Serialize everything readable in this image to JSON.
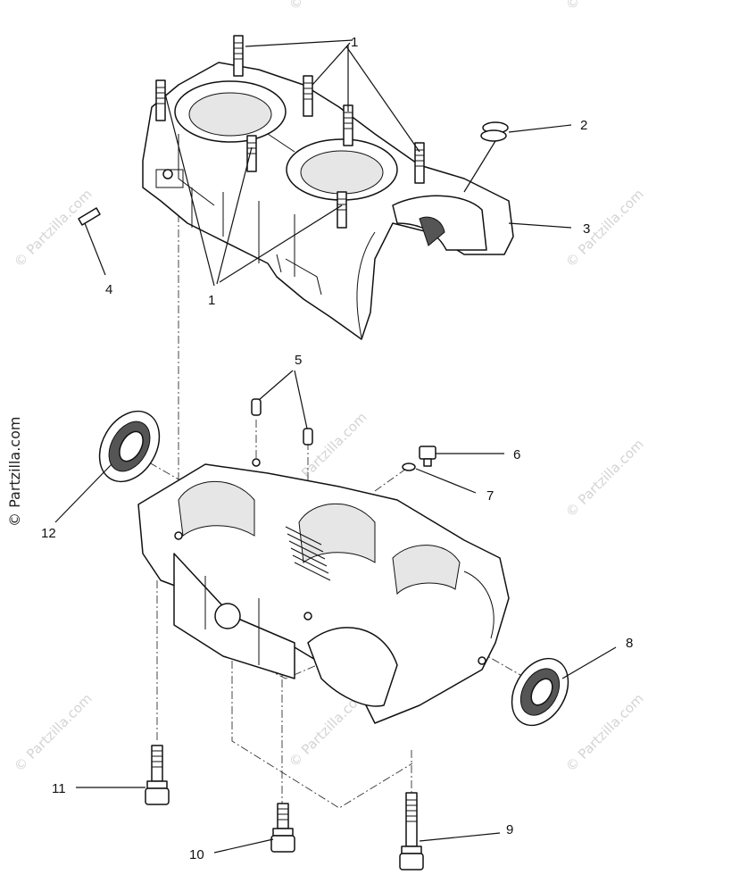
{
  "callouts": {
    "c1a": "1",
    "c1b": "1",
    "c2": "2",
    "c3": "3",
    "c4": "4",
    "c5": "5",
    "c6": "6",
    "c7": "7",
    "c8": "8",
    "c9": "9",
    "c10": "10",
    "c11": "11",
    "c12": "12"
  },
  "watermarks": {
    "w1": "© Partzilla.com",
    "w2": "© Partzilla.com",
    "w3": "© Partzilla.com",
    "w4": "© Partzilla.com",
    "w5": "© Partzilla.com",
    "w6": "© Partzilla.com",
    "w7": "© Partzilla.com",
    "w8": "© Partzilla.com",
    "w9": "© Partzilla.com",
    "w10": "© Partzilla.com"
  }
}
